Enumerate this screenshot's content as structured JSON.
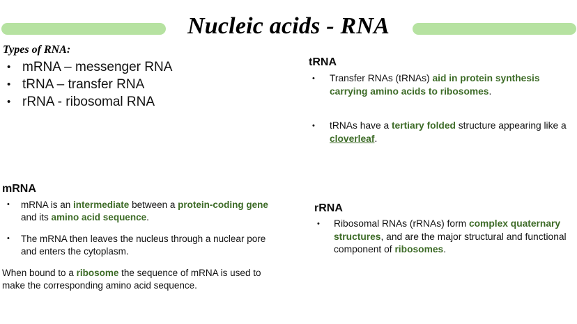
{
  "slide": {
    "title": "Nucleic acids - RNA",
    "accent_bar_color": "#b6e2a1",
    "highlight_text_color": "#3d6b27",
    "background_color": "#ffffff",
    "bullet_glyph": "•"
  },
  "types_of_rna": {
    "heading": "Types of RNA:",
    "items": [
      "mRNA – messenger RNA",
      "tRNA – transfer RNA",
      "rRNA - ribosomal RNA"
    ]
  },
  "trna": {
    "heading": "tRNA",
    "bullet1": {
      "plain1": "Transfer RNAs (tRNAs) ",
      "highlight1": "aid in protein synthesis carrying amino acids to ribosomes",
      "plain2": "."
    },
    "bullet2": {
      "plain1": "tRNAs have a ",
      "highlight1": "tertiary folded",
      "plain2": " structure appearing like a ",
      "highlight_underline": "cloverleaf",
      "plain3": "."
    }
  },
  "mrna": {
    "heading": "mRNA",
    "bullet1": {
      "plain1": "mRNA is an ",
      "highlight1": "intermediate",
      "plain2": " between a ",
      "highlight2": "protein-coding gene",
      "plain3": " and its ",
      "highlight3": "amino acid sequence",
      "plain4": "."
    },
    "bullet2": {
      "text": "The mRNA then leaves the nucleus through a nuclear pore and enters the cytoplasm."
    },
    "paragraph": {
      "plain1": "When bound to a ",
      "highlight1": "ribosome",
      "plain2": " the sequence of mRNA is used to make the corresponding amino acid sequence."
    }
  },
  "rrna": {
    "heading": "rRNA",
    "bullet1": {
      "plain1": "Ribosomal RNAs (rRNAs) form ",
      "highlight1": "complex quaternary structures",
      "plain2": ", and are the major structural and functional component of ",
      "highlight2": "ribosomes",
      "plain3": "."
    }
  }
}
